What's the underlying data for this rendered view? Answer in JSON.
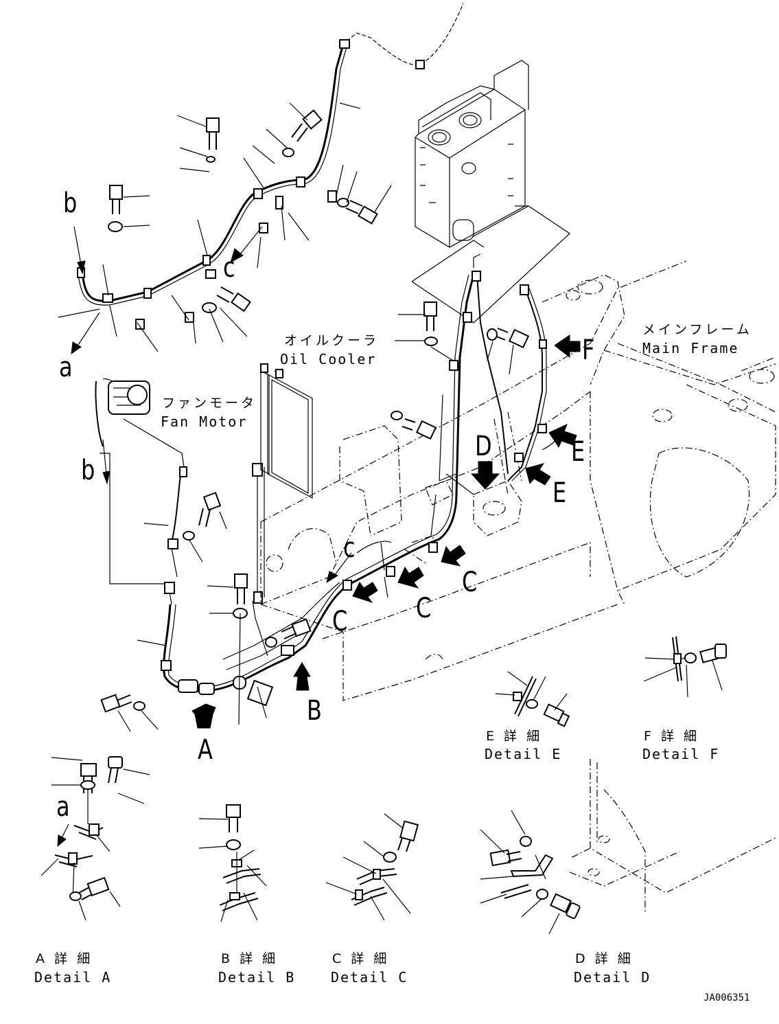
{
  "labels": {
    "b_top": "b",
    "a_top": "a",
    "c_top": "c",
    "b_left": "b",
    "c_mid": "c",
    "a_detail": "a",
    "F": "F",
    "E1": "E",
    "E2": "E",
    "D": "D",
    "C1": "C",
    "C2": "C",
    "C3": "C",
    "B": "B",
    "A": "A"
  },
  "component_labels": {
    "oil_cooler_jp": "オイルクーラ",
    "oil_cooler_en": "Oil Cooler",
    "fan_motor_jp": "ファンモータ",
    "fan_motor_en": "Fan Motor",
    "main_frame_jp": "メインフレーム",
    "main_frame_en": "Main Frame"
  },
  "details": {
    "a": {
      "jp": "A 詳 細",
      "en": "Detail A"
    },
    "b": {
      "jp": "B 詳 細",
      "en": "Detail B"
    },
    "c": {
      "jp": "C 詳 細",
      "en": "Detail C"
    },
    "d": {
      "jp": "D 詳 細",
      "en": "Detail D"
    },
    "e": {
      "jp": "E 詳 細",
      "en": "Detail E"
    },
    "f": {
      "jp": "F 詳 細",
      "en": "Detail F"
    }
  },
  "drawing_code": "JA006351"
}
